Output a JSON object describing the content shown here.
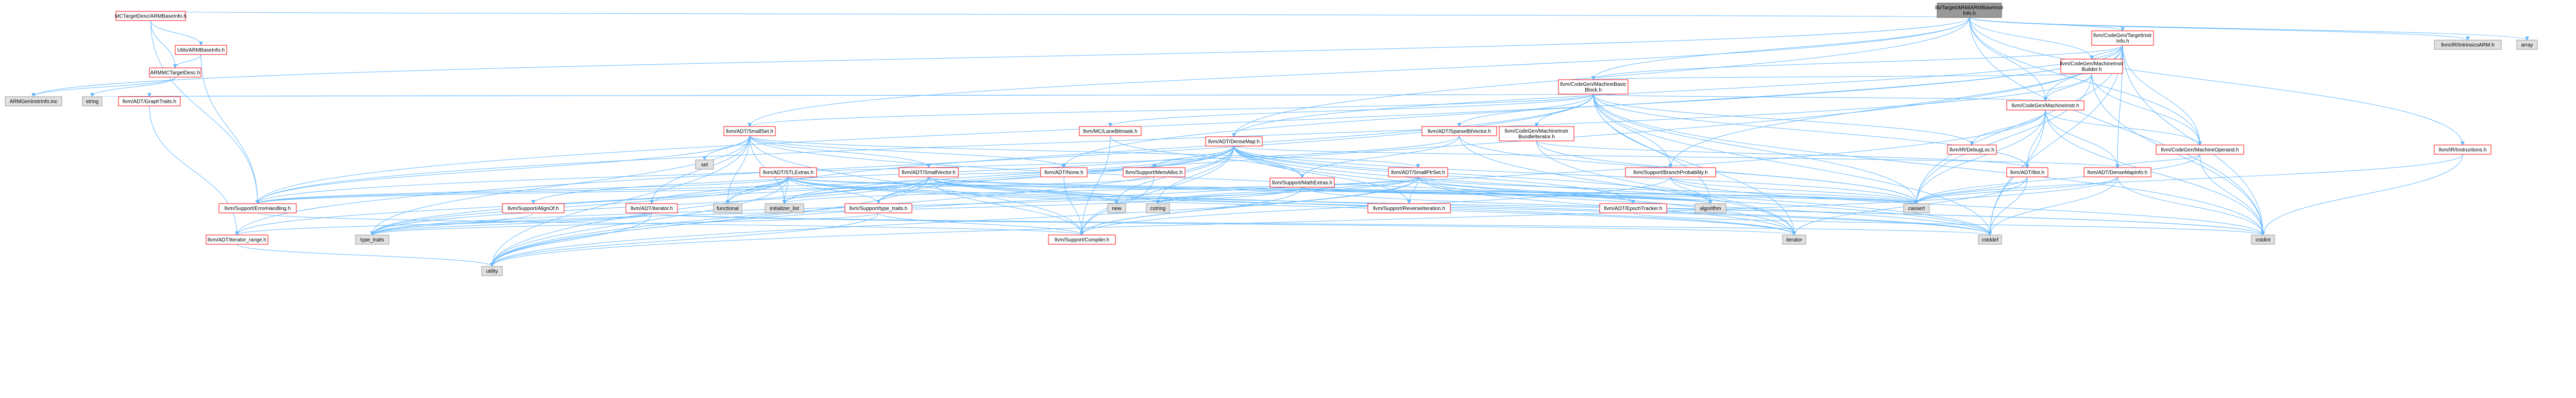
{
  "colors": {
    "root_fill": "#999999",
    "root_stroke": "#666666",
    "linked_fill": "#ffffff",
    "linked_stroke": "#ff0000",
    "external_fill": "#e0e0e0",
    "external_stroke": "#999999",
    "edge": "#63b8ff"
  },
  "graph": {
    "nodes": [
      {
        "id": "root",
        "lines": [
          "lib/Target/ARM/ARMBaseInstr",
          "Info.h"
        ],
        "style": "root"
      },
      {
        "id": "mctarget",
        "lines": [
          "MCTargetDesc/ARMBaseInfo.h"
        ],
        "style": "linked"
      },
      {
        "id": "codegentii",
        "lines": [
          "llvm/CodeGen/TargetInstr",
          "Info.h"
        ],
        "style": "linked"
      },
      {
        "id": "ir_arm",
        "lines": [
          "llvm/IR/IntrinsicsARM.h"
        ],
        "style": "external"
      },
      {
        "id": "array",
        "lines": [
          "array"
        ],
        "style": "external"
      },
      {
        "id": "utils_armbase",
        "lines": [
          "Utils/ARMBaseInfo.h"
        ],
        "style": "linked"
      },
      {
        "id": "armmctd",
        "lines": [
          "ARMMCTargetDesc.h"
        ],
        "style": "linked"
      },
      {
        "id": "armgen",
        "lines": [
          "ARMGenInstrInfo.inc"
        ],
        "style": "external"
      },
      {
        "id": "string",
        "lines": [
          "string"
        ],
        "style": "external"
      },
      {
        "id": "graphtraits",
        "lines": [
          "llvm/ADT/GraphTraits.h"
        ],
        "style": "linked"
      },
      {
        "id": "mib",
        "lines": [
          "llvm/CodeGen/MachineInstr",
          "Builder.h"
        ],
        "style": "linked"
      },
      {
        "id": "mbb",
        "lines": [
          "llvm/CodeGen/MachineBasic",
          "Block.h"
        ],
        "style": "linked"
      },
      {
        "id": "smallset",
        "lines": [
          "llvm/ADT/SmallSet.h"
        ],
        "style": "linked"
      },
      {
        "id": "densemap",
        "lines": [
          "llvm/ADT/DenseMap.h"
        ],
        "style": "linked"
      },
      {
        "id": "lanebitmask",
        "lines": [
          "llvm/MC/LaneBitmask.h"
        ],
        "style": "linked"
      },
      {
        "id": "sparsebv",
        "lines": [
          "llvm/ADT/SparseBitVector.h"
        ],
        "style": "linked"
      },
      {
        "id": "mibundle",
        "lines": [
          "llvm/CodeGen/MachineInstr",
          "BundleIterator.h"
        ],
        "style": "linked"
      },
      {
        "id": "machineinstr",
        "lines": [
          "llvm/CodeGen/MachineInstr.h"
        ],
        "style": "linked"
      },
      {
        "id": "irinstrs",
        "lines": [
          "llvm/IR/Instructions.h"
        ],
        "style": "linked"
      },
      {
        "id": "irdebugloc",
        "lines": [
          "llvm/IR/DebugLoc.h"
        ],
        "style": "linked"
      },
      {
        "id": "machineop",
        "lines": [
          "llvm/CodeGen/MachineOperand.h"
        ],
        "style": "linked"
      },
      {
        "id": "ilist",
        "lines": [
          "llvm/ADT/ilist.h"
        ],
        "style": "linked"
      },
      {
        "id": "densemapinfo",
        "lines": [
          "llvm/ADT/DenseMapInfo.h"
        ],
        "style": "linked"
      },
      {
        "id": "branchprob",
        "lines": [
          "llvm/Support/BranchProbability.h"
        ],
        "style": "linked"
      },
      {
        "id": "epochtracker",
        "lines": [
          "llvm/ADT/EpochTracker.h"
        ],
        "style": "linked"
      },
      {
        "id": "set",
        "lines": [
          "set"
        ],
        "style": "external"
      },
      {
        "id": "stlextras",
        "lines": [
          "llvm/ADT/STLExtras.h"
        ],
        "style": "linked"
      },
      {
        "id": "smallvector",
        "lines": [
          "llvm/ADT/SmallVector.h"
        ],
        "style": "linked"
      },
      {
        "id": "adtnone",
        "lines": [
          "llvm/ADT/None.h"
        ],
        "style": "linked"
      },
      {
        "id": "memalloc",
        "lines": [
          "llvm/Support/MemAlloc.h"
        ],
        "style": "linked"
      },
      {
        "id": "mathextras",
        "lines": [
          "llvm/Support/MathExtras.h"
        ],
        "style": "linked"
      },
      {
        "id": "smallptrset",
        "lines": [
          "llvm/ADT/SmallPtrSet.h"
        ],
        "style": "linked"
      },
      {
        "id": "errhandling",
        "lines": [
          "llvm/Support/ErrorHandling.h"
        ],
        "style": "linked"
      },
      {
        "id": "alignof",
        "lines": [
          "llvm/Support/AlignOf.h"
        ],
        "style": "linked"
      },
      {
        "id": "iterator",
        "lines": [
          "llvm/ADT/iterator.h"
        ],
        "style": "linked"
      },
      {
        "id": "functional",
        "lines": [
          "functional"
        ],
        "style": "external"
      },
      {
        "id": "initlist",
        "lines": [
          "initializer_list"
        ],
        "style": "external"
      },
      {
        "id": "typetraits_support",
        "lines": [
          "llvm/Support/type_traits.h"
        ],
        "style": "linked"
      },
      {
        "id": "new",
        "lines": [
          "new"
        ],
        "style": "external"
      },
      {
        "id": "cstring",
        "lines": [
          "cstring"
        ],
        "style": "external"
      },
      {
        "id": "poisoning",
        "lines": [
          "llvm/Support/ReverseIteration.h"
        ],
        "style": "linked"
      },
      {
        "id": "algorithm",
        "lines": [
          "algorithm"
        ],
        "style": "external"
      },
      {
        "id": "cassert",
        "lines": [
          "cassert"
        ],
        "style": "external"
      },
      {
        "id": "iterrange",
        "lines": [
          "llvm/ADT/iterator_range.h"
        ],
        "style": "linked"
      },
      {
        "id": "type_traits",
        "lines": [
          "type_traits"
        ],
        "style": "external"
      },
      {
        "id": "compiler",
        "lines": [
          "llvm/Support/Compiler.h"
        ],
        "style": "linked"
      },
      {
        "id": "iterator_std",
        "lines": [
          "iterator"
        ],
        "style": "external"
      },
      {
        "id": "cstddef",
        "lines": [
          "cstddef"
        ],
        "style": "external"
      },
      {
        "id": "cstdint",
        "lines": [
          "cstdint"
        ],
        "style": "external"
      },
      {
        "id": "utility",
        "lines": [
          "utility"
        ],
        "style": "external"
      }
    ]
  }
}
